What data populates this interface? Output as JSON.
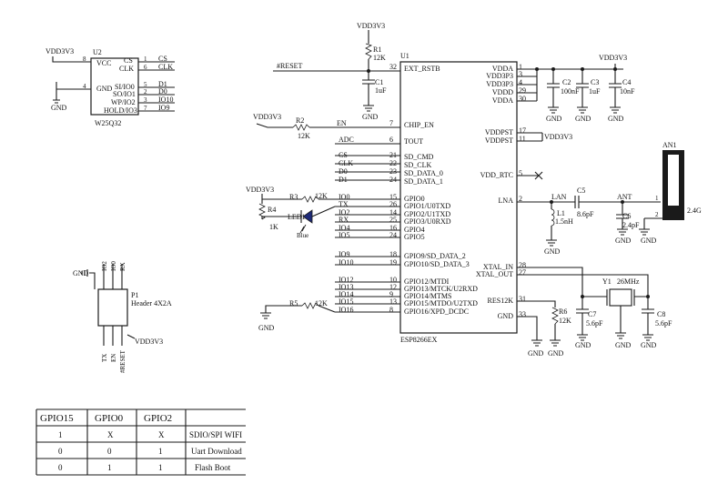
{
  "u1": {
    "ref": "U1",
    "part": "ESP8266EX",
    "left_pins": [
      {
        "name": "EXT_RSTB",
        "num": "32",
        "net": "#RESET"
      },
      {
        "name": "CHIP_EN",
        "num": "7",
        "net": "EN"
      },
      {
        "name": "TOUT",
        "num": "6",
        "net": "ADC"
      },
      {
        "name": "SD_CMD",
        "num": "21",
        "net": "CS"
      },
      {
        "name": "SD_CLK",
        "num": "22",
        "net": "CLK"
      },
      {
        "name": "SD_DATA_0",
        "num": "23",
        "net": "D0"
      },
      {
        "name": "SD_DATA_1",
        "num": "24",
        "net": "D1"
      },
      {
        "name": "GPIO0",
        "num": "15",
        "net": "IO0"
      },
      {
        "name": "GPIO1/U0TXD",
        "num": "26",
        "net": "TX"
      },
      {
        "name": "GPIO2/U1TXD",
        "num": "14",
        "net": "IO2"
      },
      {
        "name": "GPIO3/U0RXD",
        "num": "25",
        "net": "RX"
      },
      {
        "name": "GPIO4",
        "num": "16",
        "net": "IO4"
      },
      {
        "name": "GPIO5",
        "num": "24",
        "net": "IO5"
      },
      {
        "name": "GPIO9/SD_DATA_2",
        "num": "18",
        "net": "IO9"
      },
      {
        "name": "GPIO10/SD_DATA_3",
        "num": "19",
        "net": "IO10"
      },
      {
        "name": "GPIO12/MTDI",
        "num": "10",
        "net": "IO12"
      },
      {
        "name": "GPIO13/MTCK/U2RXD",
        "num": "12",
        "net": "IO13"
      },
      {
        "name": "GPIO14/MTMS",
        "num": "9",
        "net": "IO14"
      },
      {
        "name": "GPIO15/MTDO/U2TXD",
        "num": "13",
        "net": "IO15"
      },
      {
        "name": "GPIO16/XPD_DCDC",
        "num": "8",
        "net": "IO16"
      }
    ],
    "right_pins": [
      {
        "name": "VDDA",
        "num": "1"
      },
      {
        "name": "VDD3P3",
        "num": "3"
      },
      {
        "name": "VDD3P3",
        "num": "4"
      },
      {
        "name": "VDDD",
        "num": "29"
      },
      {
        "name": "VDDA",
        "num": "30"
      },
      {
        "name": "VDDPST",
        "num": "17"
      },
      {
        "name": "VDDPST",
        "num": "11"
      },
      {
        "name": "VDD_RTC",
        "num": "5"
      },
      {
        "name": "LNA",
        "num": "2"
      },
      {
        "name": "XTAL_IN",
        "num": "28"
      },
      {
        "name": "XTAL_OUT",
        "num": "27"
      },
      {
        "name": "RES12K",
        "num": "31"
      },
      {
        "name": "GND",
        "num": "33"
      }
    ]
  },
  "u2": {
    "ref": "U2",
    "part": "W25Q32",
    "left_pins": [
      {
        "name": "VCC",
        "num": "8"
      },
      {
        "name": "GND",
        "num": "4"
      }
    ],
    "right_pins": [
      {
        "name": "CS",
        "num": "1",
        "net": "CS"
      },
      {
        "name": "CLK",
        "num": "6",
        "net": "CLK"
      },
      {
        "name": "SI/IO0",
        "num": "5",
        "net": "D1"
      },
      {
        "name": "SO/IO1",
        "num": "2",
        "net": "D0"
      },
      {
        "name": "WP/IO2",
        "num": "3",
        "net": "IO10"
      },
      {
        "name": "HOLD/IO3",
        "num": "7",
        "net": "IO9"
      }
    ]
  },
  "p1": {
    "ref": "P1",
    "part": "Header 4X2A",
    "top_nets": [
      "IO2",
      "IO0",
      "RX"
    ],
    "bottom_nets": [
      "TX",
      "EN",
      "#RESET"
    ]
  },
  "nets": {
    "vdd": "VDD3V3",
    "gnd": "GND",
    "reset": "#RESET",
    "en": "EN",
    "adc": "ADC",
    "lan": "LAN",
    "ant": "ANT"
  },
  "components": {
    "r1": {
      "ref": "R1",
      "value": "12K"
    },
    "r2": {
      "ref": "R2",
      "value": "12K"
    },
    "r3": {
      "ref": "R3",
      "value": "12K"
    },
    "r4": {
      "ref": "R4",
      "value": "1K"
    },
    "r5": {
      "ref": "R5",
      "value": "12K"
    },
    "r6": {
      "ref": "R6",
      "value": "12K"
    },
    "c1": {
      "ref": "C1",
      "value": "1uF"
    },
    "c2": {
      "ref": "C2",
      "value": "100nF"
    },
    "c3": {
      "ref": "C3",
      "value": "1uF"
    },
    "c4": {
      "ref": "C4",
      "value": "10nF"
    },
    "c5": {
      "ref": "C5",
      "value": "8.6pF"
    },
    "c6": {
      "ref": "C6",
      "value": "2.4pF"
    },
    "c7": {
      "ref": "C7",
      "value": "5.6pF"
    },
    "c8": {
      "ref": "C8",
      "value": "5.6pF"
    },
    "l1": {
      "ref": "L1",
      "value": "1.5nH"
    },
    "y1": {
      "ref": "Y1",
      "value": "26MHz"
    },
    "led1": {
      "ref": "LED1",
      "color": "Blue"
    },
    "an1": {
      "ref": "AN1",
      "value": "2.4G"
    }
  },
  "table": {
    "headers": [
      "GPIO15",
      "GPIO0",
      "GPIO2",
      ""
    ],
    "rows": [
      [
        "1",
        "X",
        "X",
        "SDIO/SPI WIFI"
      ],
      [
        "0",
        "0",
        "1",
        "Uart Download"
      ],
      [
        "0",
        "1",
        "1",
        "Flash Boot"
      ]
    ]
  }
}
